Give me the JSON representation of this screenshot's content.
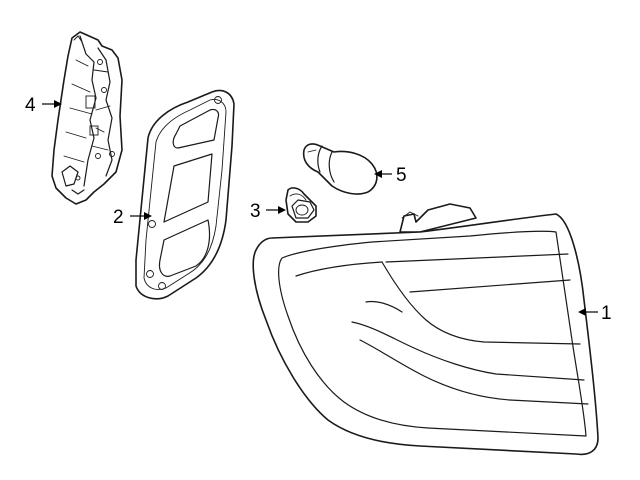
{
  "diagram": {
    "parts": [
      {
        "id": "tail-lamp-assembly",
        "number": "1"
      },
      {
        "id": "gasket",
        "number": "2"
      },
      {
        "id": "nut",
        "number": "3"
      },
      {
        "id": "socket-circuit-board",
        "number": "4"
      },
      {
        "id": "bulb",
        "number": "5"
      }
    ]
  }
}
